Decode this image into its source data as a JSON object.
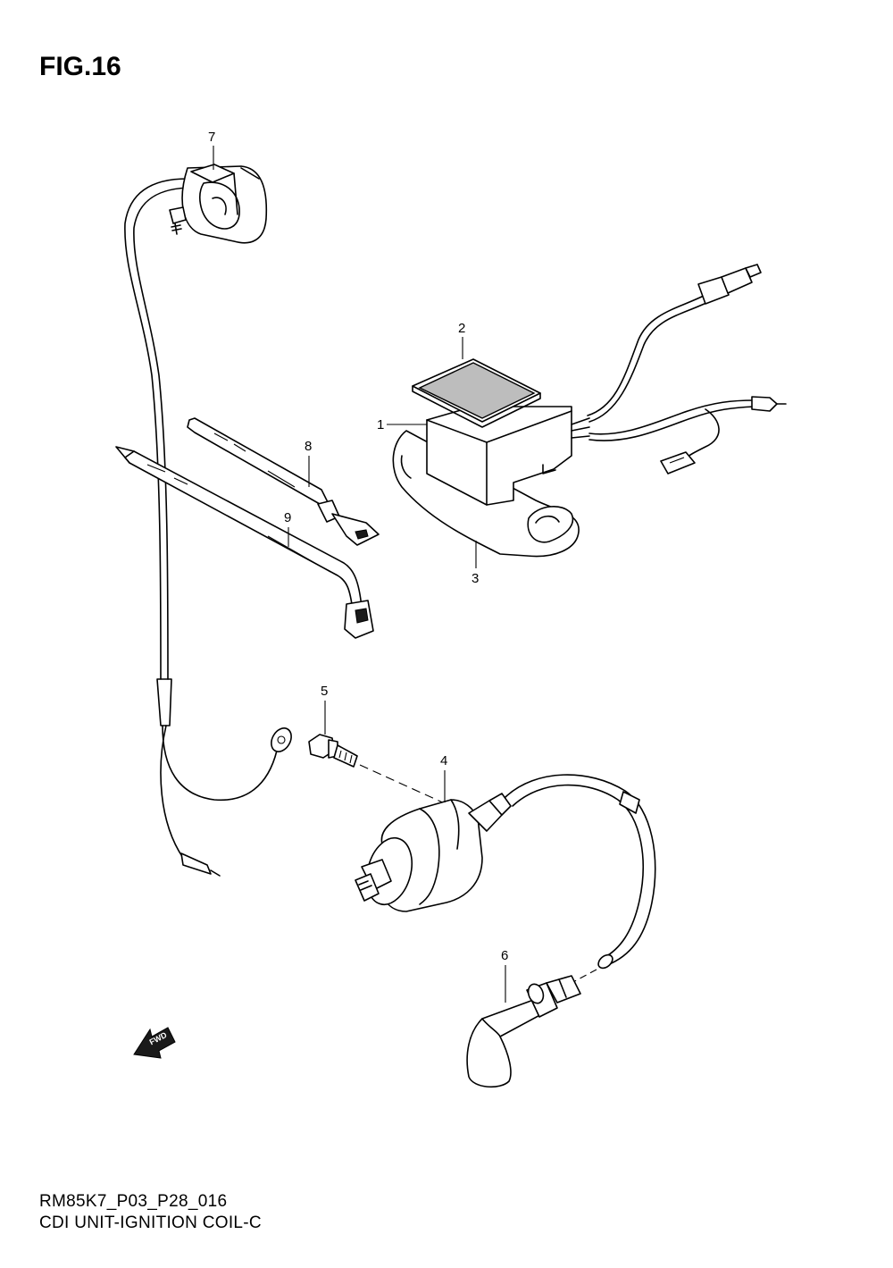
{
  "figure": {
    "title": "FIG.16"
  },
  "callouts": [
    "1",
    "2",
    "3",
    "4",
    "5",
    "6",
    "7",
    "8",
    "9"
  ],
  "parts": {
    "cdi_unit": "1",
    "cdi_cushion_top": "2",
    "cdi_cushion_bottom": "3",
    "ignition_coil": "4",
    "bolt": "5",
    "spark_plug_cap": "6",
    "magneto_pickup": "7",
    "band_8": "8",
    "clamp_band_9": "9"
  },
  "direction_marker": {
    "label": "FWD",
    "icon": "forward-arrow-icon"
  },
  "footer": {
    "code": "RM85K7_P03_P28_016",
    "name": "CDI UNIT-IGNITION COIL-C"
  }
}
